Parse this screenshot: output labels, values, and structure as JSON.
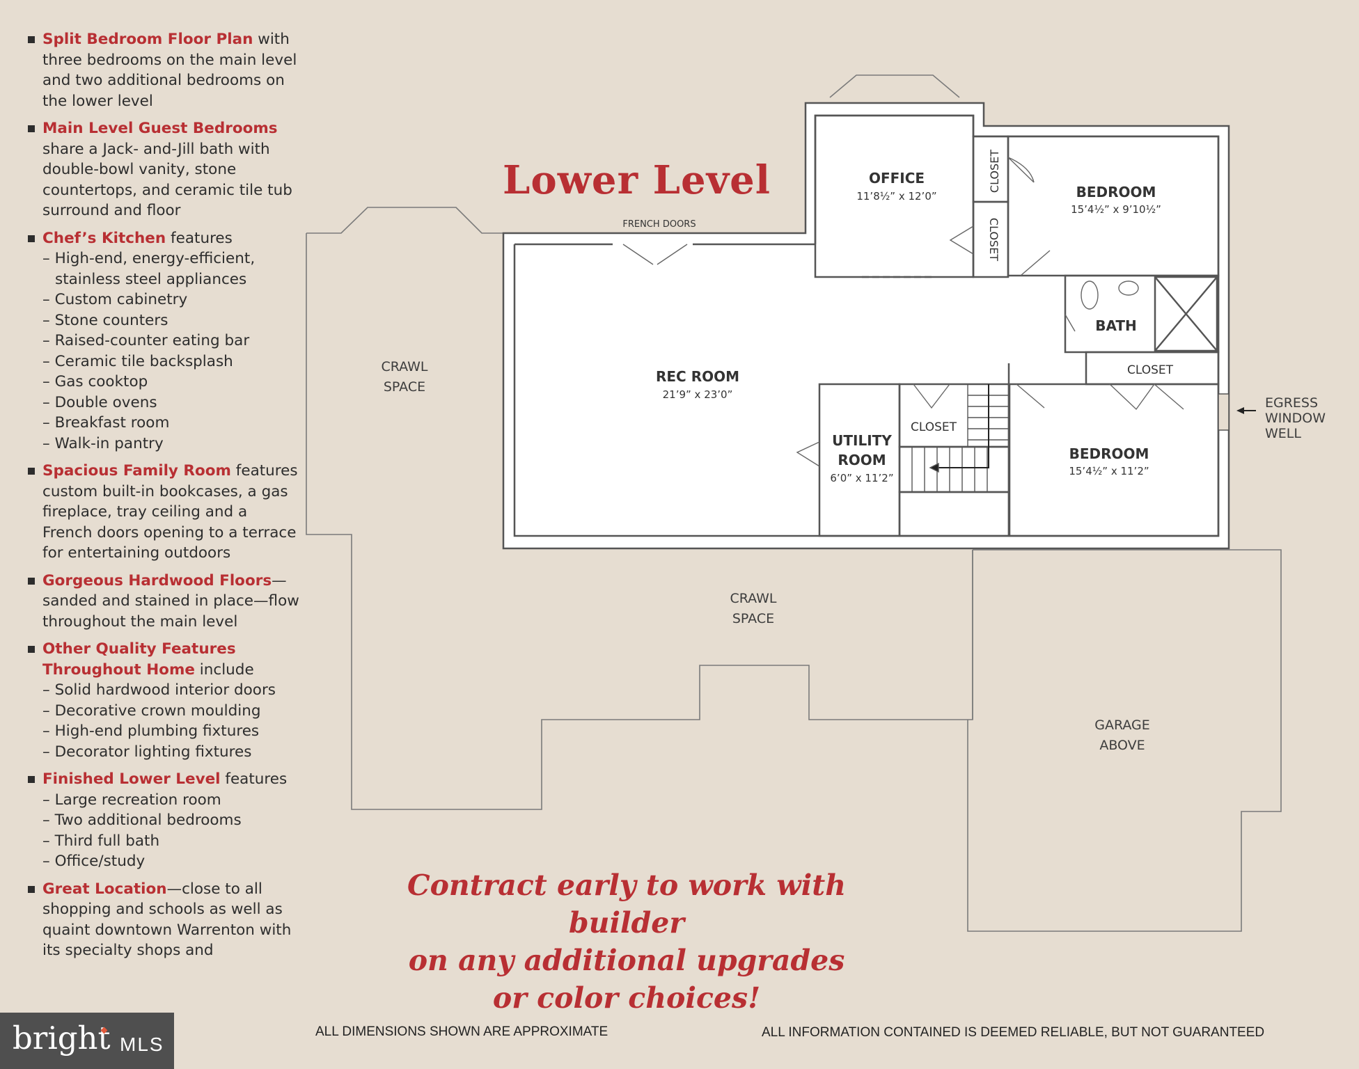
{
  "features": [
    {
      "head": "Split Bedroom Floor Plan",
      "text": " with three bedrooms on the main level and two additional bedrooms on the lower level",
      "subs": []
    },
    {
      "head": "Main Level Guest Bedrooms",
      "text": " share a Jack- and-Jill bath with double-bowl vanity, stone countertops, and ceramic tile tub surround and floor",
      "subs": []
    },
    {
      "head": "Chef’s Kitchen",
      "text": " features",
      "subs": [
        "– High-end, energy-efficient, stainless steel appliances",
        "– Custom cabinetry",
        "– Stone counters",
        "– Raised-counter eating bar",
        "– Ceramic tile backsplash",
        "– Gas cooktop",
        "– Double ovens",
        "– Breakfast room",
        "– Walk-in pantry"
      ]
    },
    {
      "head": "Spacious Family Room",
      "text": " features custom built-in bookcases, a gas fireplace, tray ceiling and a French doors opening to a terrace for entertaining outdoors",
      "subs": []
    },
    {
      "head": "Gorgeous Hardwood Floors",
      "text": "—sanded and stained in place—flow throughout the main level",
      "subs": []
    },
    {
      "head": "Other Quality Features Throughout Home",
      "text": " include",
      "subs": [
        "– Solid hardwood interior doors",
        "– Decorative crown moulding",
        "– High-end plumbing fixtures",
        "– Decorator lighting fixtures"
      ]
    },
    {
      "head": "Finished Lower Level",
      "text": " features",
      "subs": [
        "– Large recreation room",
        "– Two additional bedrooms",
        "– Third full bath",
        "– Office/study"
      ]
    },
    {
      "head": "Great Location",
      "text": "—close to all shopping and schools as well as quaint downtown Warrenton with its specialty shops and",
      "subs": []
    }
  ],
  "title": "Lower Level",
  "rooms": {
    "office": {
      "name": "OFFICE",
      "dim": "11’8½” x 12’0”"
    },
    "bedroom1": {
      "name": "BEDROOM",
      "dim": "15’4½” x 9’10½”"
    },
    "rec": {
      "name": "REC ROOM",
      "dim": "21’9” x 23’0”"
    },
    "utility": {
      "name1": "UTILITY",
      "name2": "ROOM",
      "dim": "6’0” x 11’2”"
    },
    "bedroom2": {
      "name": "BEDROOM",
      "dim": "15’4½” x 11’2”"
    },
    "bath": "BATH",
    "closet": "CLOSET"
  },
  "plan_labels": {
    "french_doors": "FRENCH DOORS",
    "crawl1": "CRAWL",
    "crawl2": "SPACE",
    "garage1": "GARAGE",
    "garage2": "ABOVE",
    "egress1": "EGRESS",
    "egress2": "WINDOW",
    "egress3": "WELL"
  },
  "slogan": [
    "Contract early to work with builder",
    "on any additional upgrades",
    "or color choices!"
  ],
  "disclaimers": {
    "left": "ALL DIMENSIONS SHOWN ARE APPROXIMATE",
    "right": "ALL INFORMATION CONTAINED IS DEEMED RELIABLE, BUT NOT GUARANTEED"
  },
  "logo": {
    "word": "bright",
    "suffix": "MLS"
  }
}
